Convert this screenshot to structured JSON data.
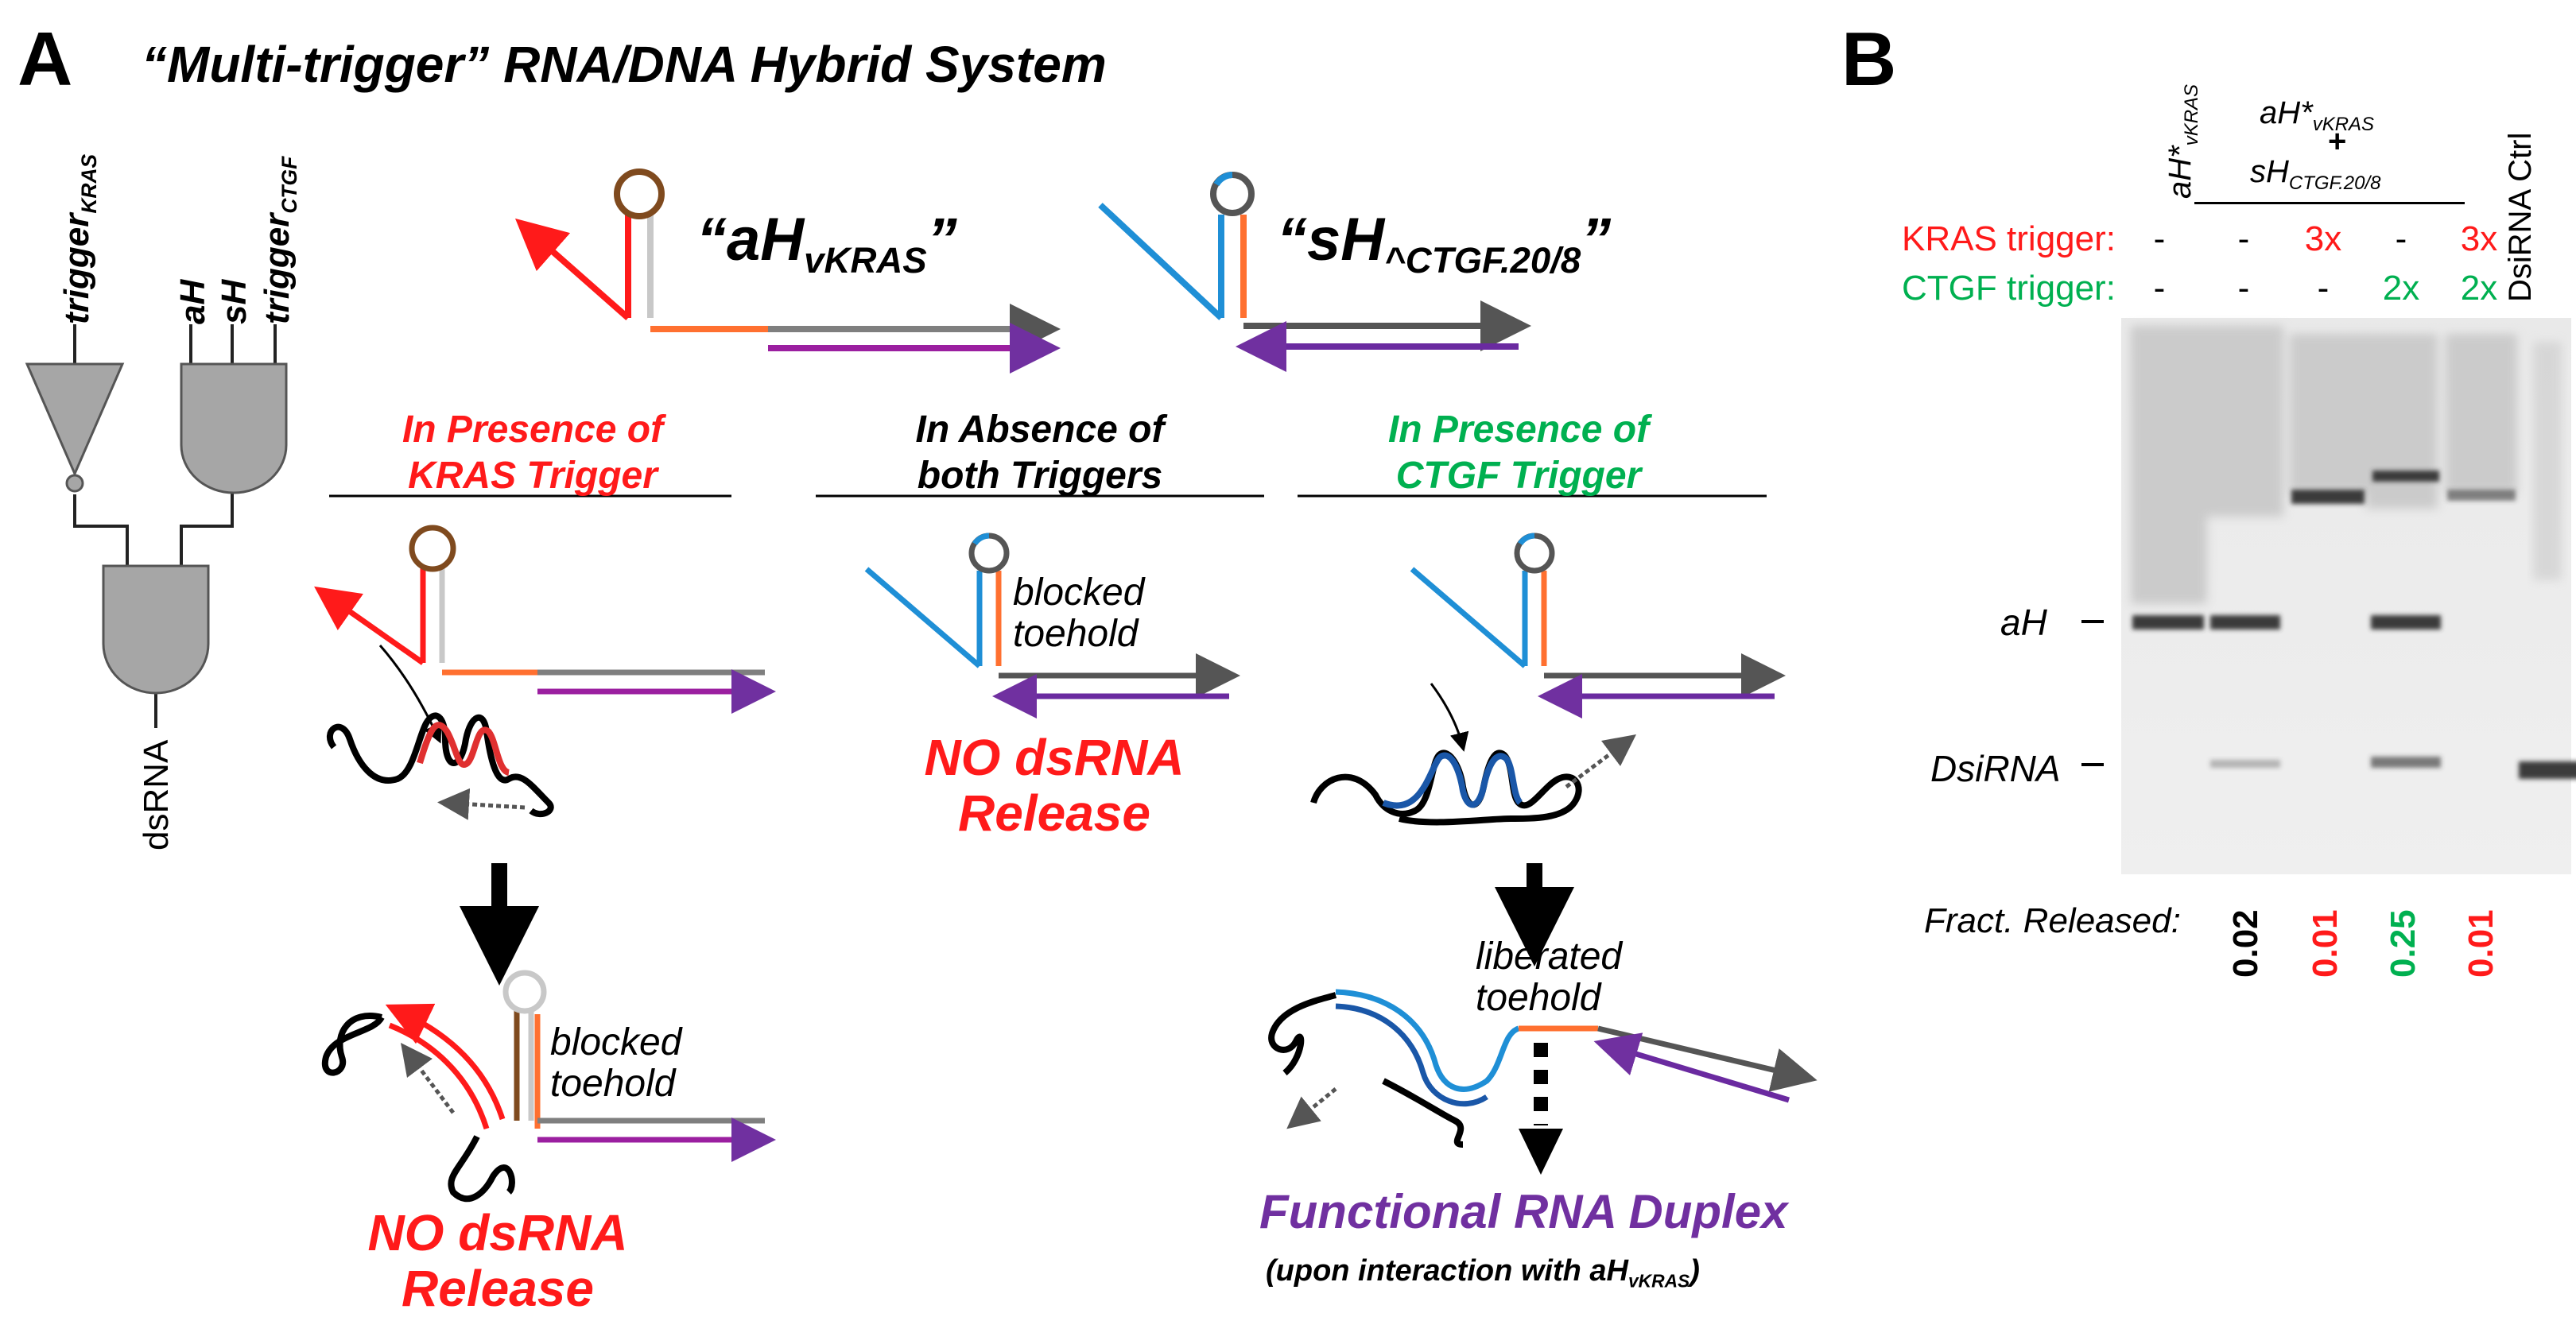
{
  "panel_a": {
    "letter": "A",
    "title": "“Multi-trigger” RNA/DNA Hybrid System",
    "logic": {
      "trigger_kras": "trigger",
      "trigger_kras_sub": "KRAS",
      "ah": "aH",
      "sh": "sH",
      "trigger_ctgf": "trigger",
      "trigger_ctgf_sub": "CTGF",
      "output": "dsRNA"
    },
    "ah_name": "“aH",
    "ah_name_sub": "vKRAS",
    "ah_name_end": "”",
    "sh_name": "“sH",
    "sh_name_sub": "^CTGF.20/8",
    "sh_name_end": "”",
    "conditions": {
      "kras": [
        "In Presence of",
        "KRAS Trigger"
      ],
      "none": [
        "In Absence of",
        "both Triggers"
      ],
      "ctgf": [
        "In Presence of",
        "CTGF Trigger"
      ]
    },
    "condition_colors": {
      "kras": "#ff1a1a",
      "none": "#000000",
      "ctgf": "#00b050"
    },
    "blocked_toehold": [
      "blocked",
      "toehold"
    ],
    "liberated_toehold": [
      "liberated",
      "toehold"
    ],
    "no_release": [
      "NO dsRNA",
      "Release"
    ],
    "functional": "Functional RNA Duplex",
    "functional_note": "(upon interaction with aH",
    "functional_note_sub": "vKRAS",
    "functional_note_end": ")"
  },
  "panel_b": {
    "letter": "B",
    "lane_headers": {
      "lane1": "aH*",
      "lane1_sub": "vKRAS",
      "group_top": "aH*",
      "group_top_sub": "vKRAS",
      "plus": "+",
      "group_bottom": "sH",
      "group_bottom_sub": "CTGF.20/8",
      "ctrl": "DsiRNA Ctrl"
    },
    "kras_row_label": "KRAS trigger:",
    "ctgf_row_label": "CTGF trigger:",
    "kras_row": [
      "-",
      "-",
      "3x",
      "-",
      "3x"
    ],
    "ctgf_row": [
      "-",
      "-",
      "-",
      "2x",
      "2x"
    ],
    "band_labels": {
      "ah": "aH",
      "dsirna": "DsiRNA"
    },
    "fract_label": "Fract. Released:",
    "fract_values": [
      "0.02",
      "0.01",
      "0.25",
      "0.01"
    ],
    "colors": {
      "kras": "#ff1a1a",
      "ctgf": "#00b050",
      "neutral": "#000000"
    }
  }
}
